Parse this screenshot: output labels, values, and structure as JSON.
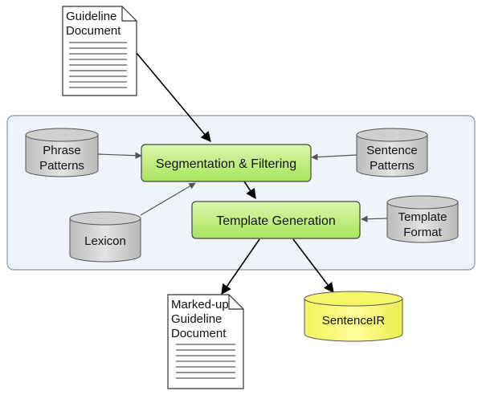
{
  "nodes": {
    "guideline_document": {
      "line1": "Guideline",
      "line2": "Document"
    },
    "phrase_patterns": {
      "line1": "Phrase",
      "line2": "Patterns"
    },
    "sentence_patterns": {
      "line1": "Sentence",
      "line2": "Patterns"
    },
    "lexicon": {
      "label": "Lexicon"
    },
    "template_format": {
      "line1": "Template",
      "line2": "Format"
    },
    "segmentation_filtering": {
      "label": "Segmentation & Filtering"
    },
    "template_generation": {
      "label": "Template Generation"
    },
    "marked_up_document": {
      "line1": "Marked-up",
      "line2": "Guideline",
      "line3": "Document"
    },
    "sentence_ir": {
      "label": "SentenceIR"
    }
  },
  "colors": {
    "process_fill": "#c6f08a",
    "output_db_fill": "#ffff88",
    "input_db_fill": "#d6d6d6",
    "panel_fill": "#eef4fa",
    "panel_stroke": "#8a96a4",
    "edge": "#000000"
  }
}
